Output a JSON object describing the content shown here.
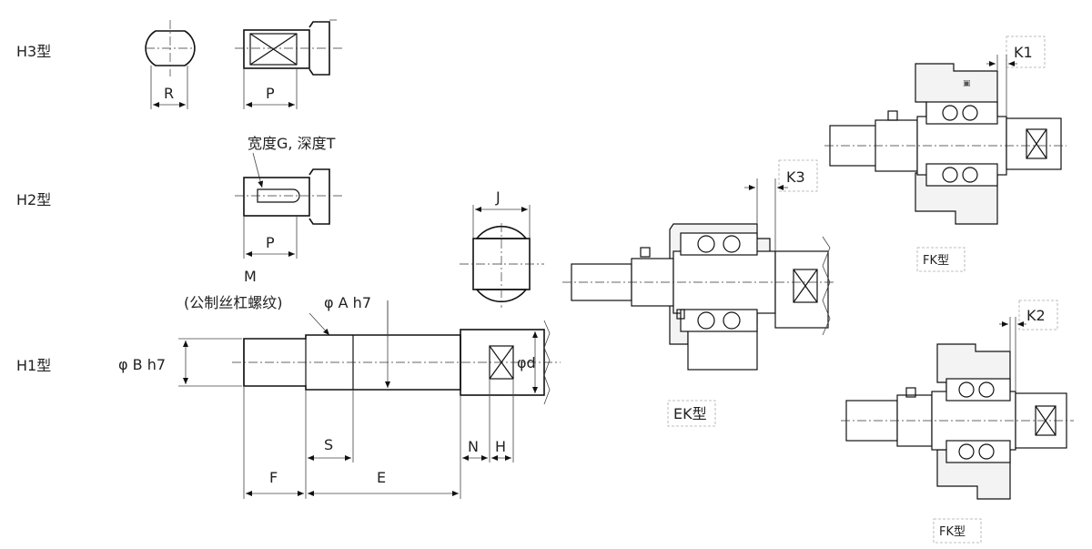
{
  "types": {
    "h3": "H3型",
    "h2": "H2型",
    "h1": "H1型"
  },
  "dims": {
    "r": "R",
    "p_h3": "P",
    "p_h2": "P",
    "keyway_note": "宽度G, 深度T",
    "j": "J",
    "m": "M",
    "m_note": "(公制丝杠螺纹)",
    "phi_a": "φ A h7",
    "phi_b": "φ B h7",
    "phi_d": "φd",
    "s": "S",
    "f": "F",
    "e": "E",
    "n": "N",
    "h": "H"
  },
  "supports": {
    "ek_label": "EK型",
    "fk_top_label": "FK型",
    "fk_bottom_label": "FK型",
    "k1": "K1",
    "k2": "K2",
    "k3": "K3"
  }
}
